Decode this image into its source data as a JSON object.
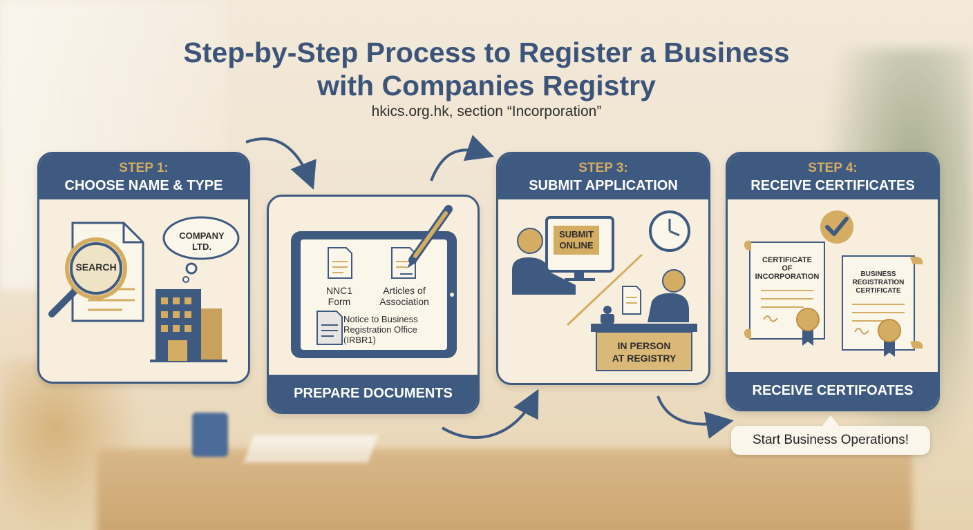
{
  "title_line1": "Step-by-Step Process to Register a Business",
  "title_line2": "with Companies Registry",
  "subtitle": "hkics.org.hk, section “Incorporation”",
  "colors": {
    "navy": "#3f5a80",
    "gold": "#d4ac62",
    "cream": "#f7eedd"
  },
  "step1": {
    "number": "STEP 1:",
    "name": "CHOOSE NAME & TYPE",
    "search_label": "SEARCH",
    "thought_label_line1": "COMPANY",
    "thought_label_line2": "LTD.",
    "icons": [
      "magnifier-icon",
      "document-icon",
      "building-icon",
      "thought-bubble-icon"
    ]
  },
  "step2": {
    "name": "PREPARE DOCUMENTS",
    "doc1_line1": "NNC1",
    "doc1_line2": "Form",
    "doc2_line1": "Articles of",
    "doc2_line2": "Association",
    "doc3_line1": "Notice to Business",
    "doc3_line2": "Registration Office",
    "doc3_line3": "(IRBR1)",
    "icons": [
      "tablet-icon",
      "pen-icon",
      "document-icon"
    ]
  },
  "step3": {
    "number": "STEP 3:",
    "name": "SUBMIT APPLICATION",
    "online_line1": "SUBMIT",
    "online_line2": "ONLINE",
    "person_line1": "IN PERSON",
    "person_line2": "AT REGISTRY",
    "icons": [
      "computer-icon",
      "clock-icon",
      "person-icon",
      "desk-icon"
    ]
  },
  "step4": {
    "number": "STEP 4:",
    "name": "RECEIVE CERTIFICATES",
    "footer": "RECEIVE CERTIFOATES",
    "cert1_line1": "CERTIFICATE",
    "cert1_line2": "OF",
    "cert1_line3": "INCORPORATION",
    "cert2_line1": "BUSINESS",
    "cert2_line2": "REGISTRATION",
    "cert2_line3": "CERTIFICATE",
    "icons": [
      "checkmark-icon",
      "scroll-icon",
      "ribbon-seal-icon"
    ]
  },
  "final_message": "Start Business Operations!"
}
